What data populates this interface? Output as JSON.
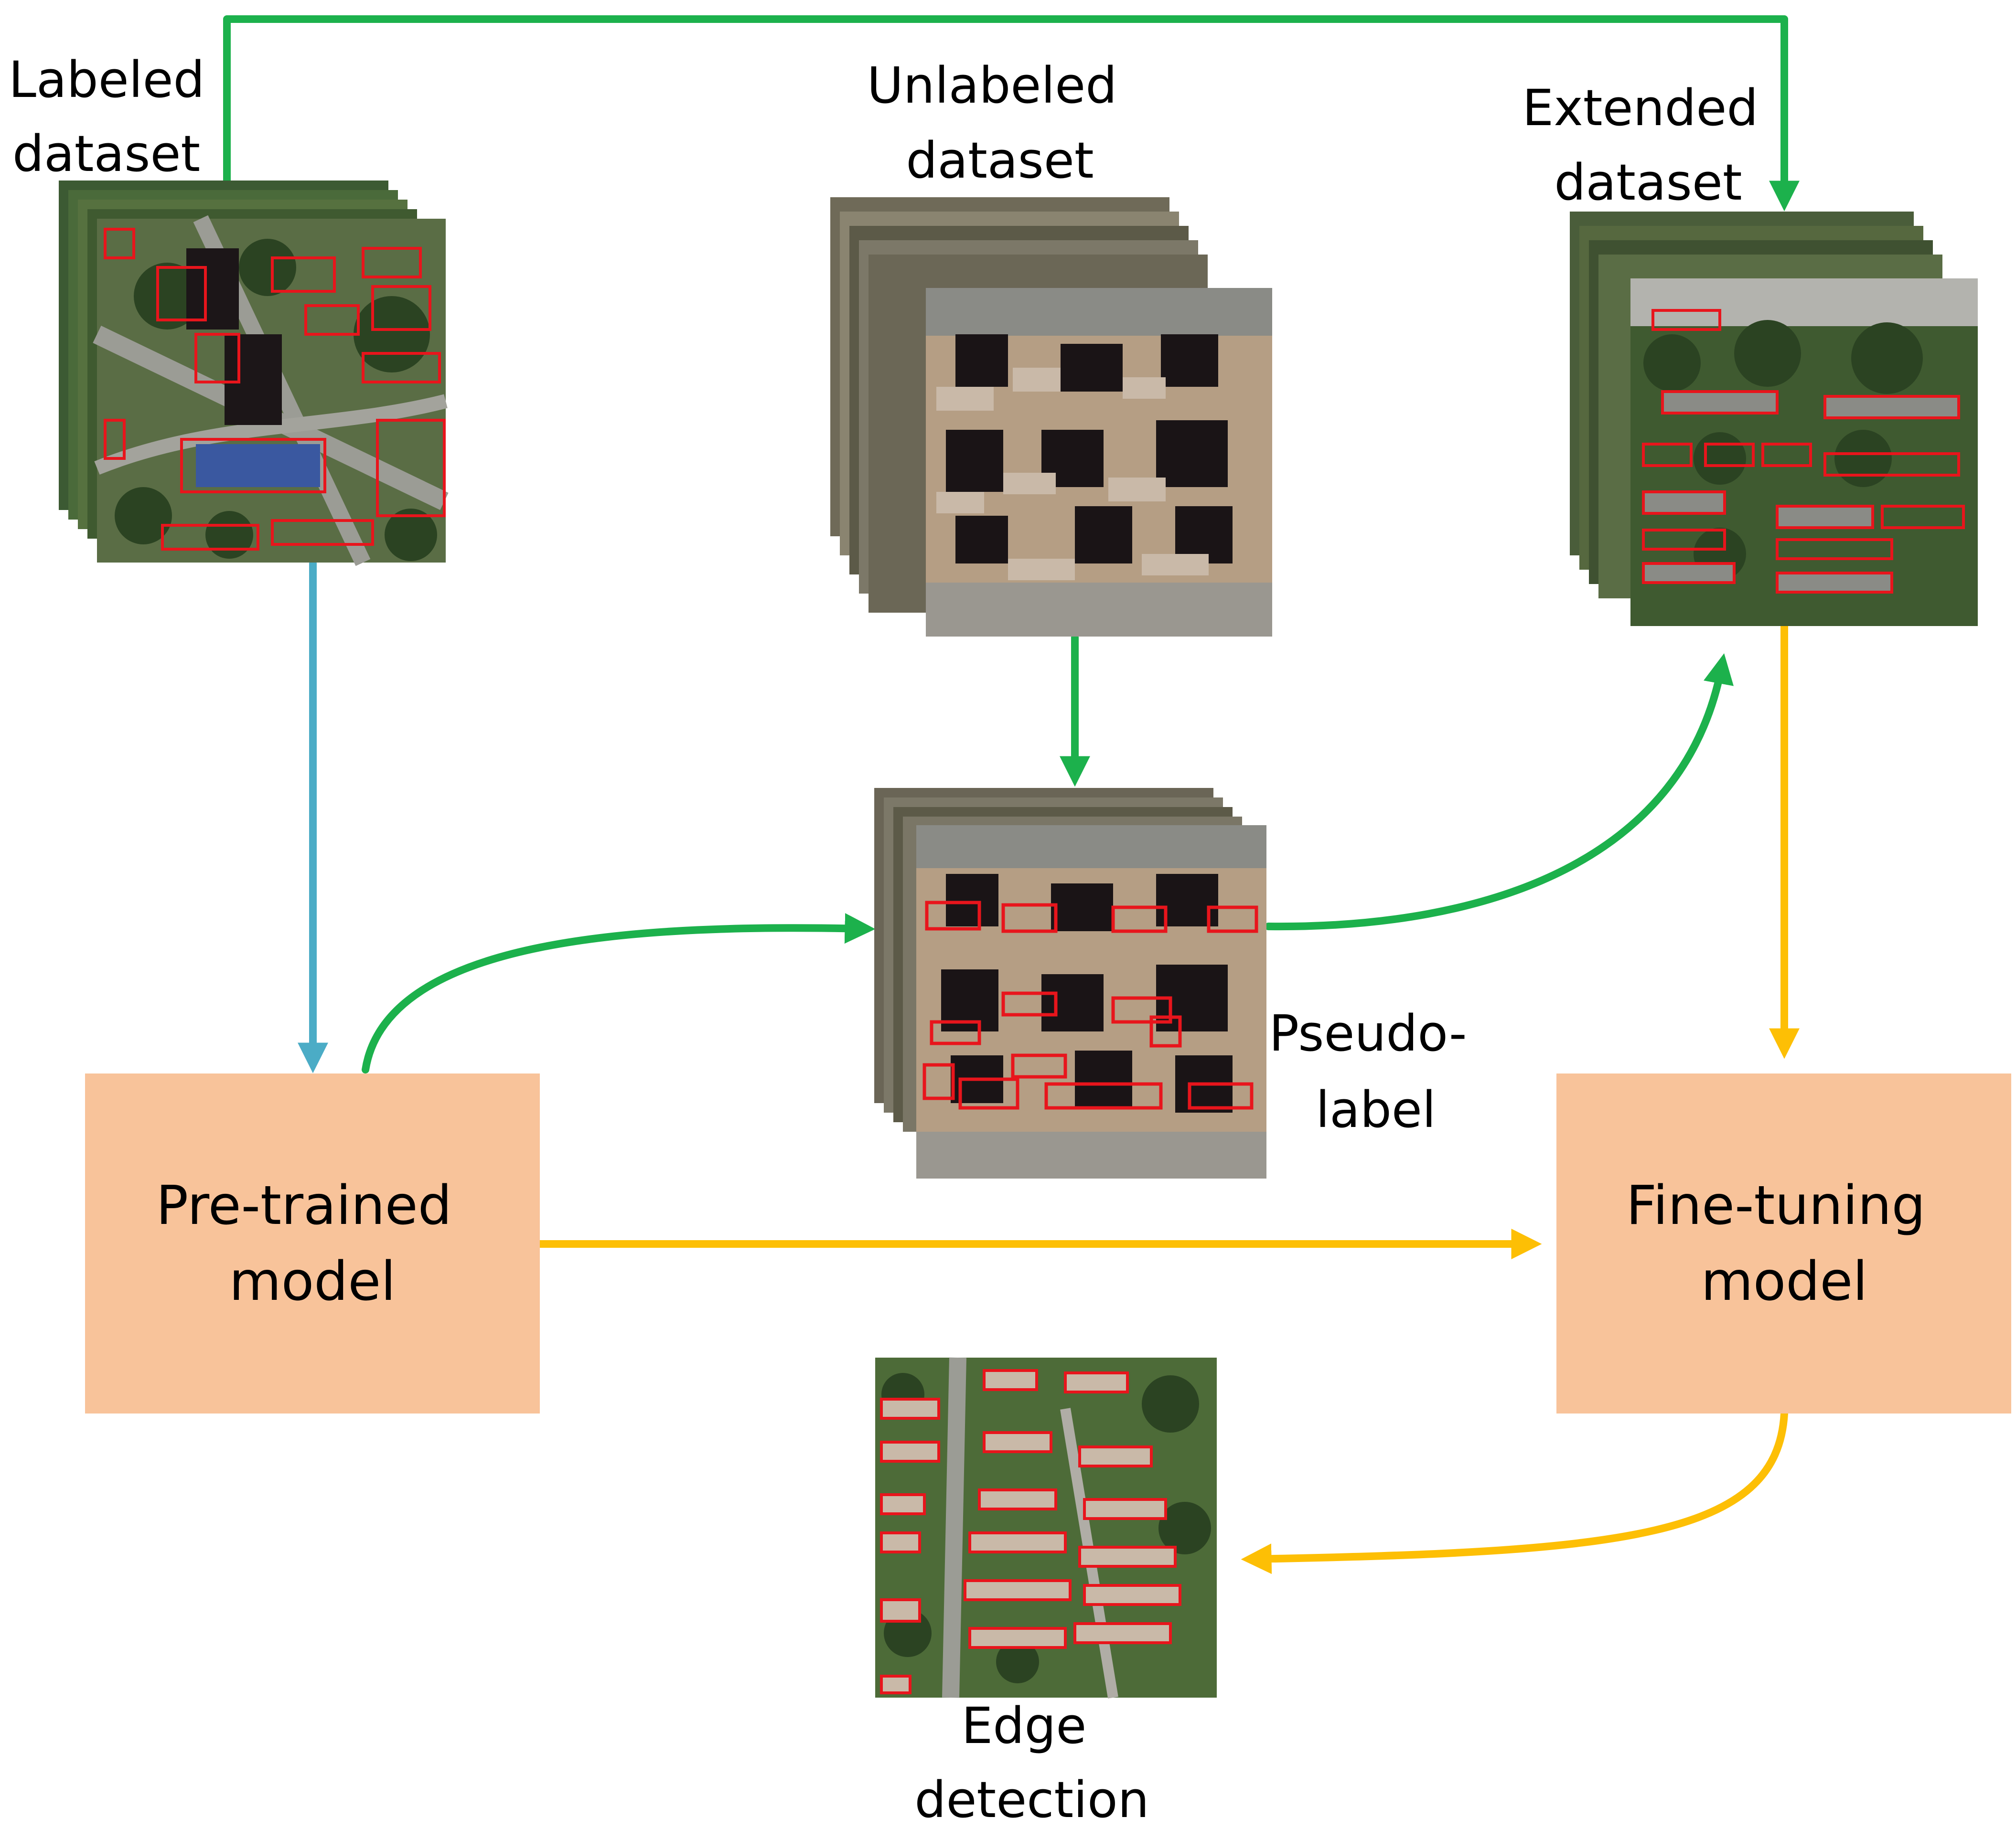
{
  "labels": {
    "labeled": [
      "Labeled",
      "dataset"
    ],
    "unlabeled": [
      "Unlabeled",
      "dataset"
    ],
    "extended": [
      "Extended",
      "dataset"
    ],
    "pseudo": [
      "Pseudo-",
      "label"
    ],
    "edge": [
      "Edge",
      "detection"
    ]
  },
  "boxes": {
    "pretrained": [
      "Pre-trained",
      "model"
    ],
    "finetuning": [
      "Fine-tuning",
      "model"
    ]
  },
  "colors": {
    "green": "#1cb14c",
    "blue": "#4bacc6",
    "orange": "#fdbf05",
    "box_fill": "#f8c39a",
    "outline_red": "#e8151c",
    "veg_dark": "#2e4a22",
    "veg_mid": "#4d6b38",
    "road": "#8a8b86",
    "roof_light": "#c9b9a8",
    "shadow": "#1a1416",
    "ground_tan": "#b59e84"
  },
  "arrows": [
    {
      "from": "labeled-dataset",
      "to": "extended-dataset",
      "color": "green"
    },
    {
      "from": "labeled-dataset",
      "to": "pretrained-model",
      "color": "blue"
    },
    {
      "from": "unlabeled-dataset",
      "to": "pseudo-label-stack",
      "color": "green"
    },
    {
      "from": "pretrained-model",
      "to": "pseudo-label-stack",
      "color": "green"
    },
    {
      "from": "pseudo-label-stack",
      "to": "extended-dataset",
      "color": "green"
    },
    {
      "from": "extended-dataset",
      "to": "finetuning-model",
      "color": "orange"
    },
    {
      "from": "pretrained-model",
      "to": "finetuning-model",
      "color": "orange"
    },
    {
      "from": "finetuning-model",
      "to": "edge-detection-image",
      "color": "orange"
    }
  ]
}
